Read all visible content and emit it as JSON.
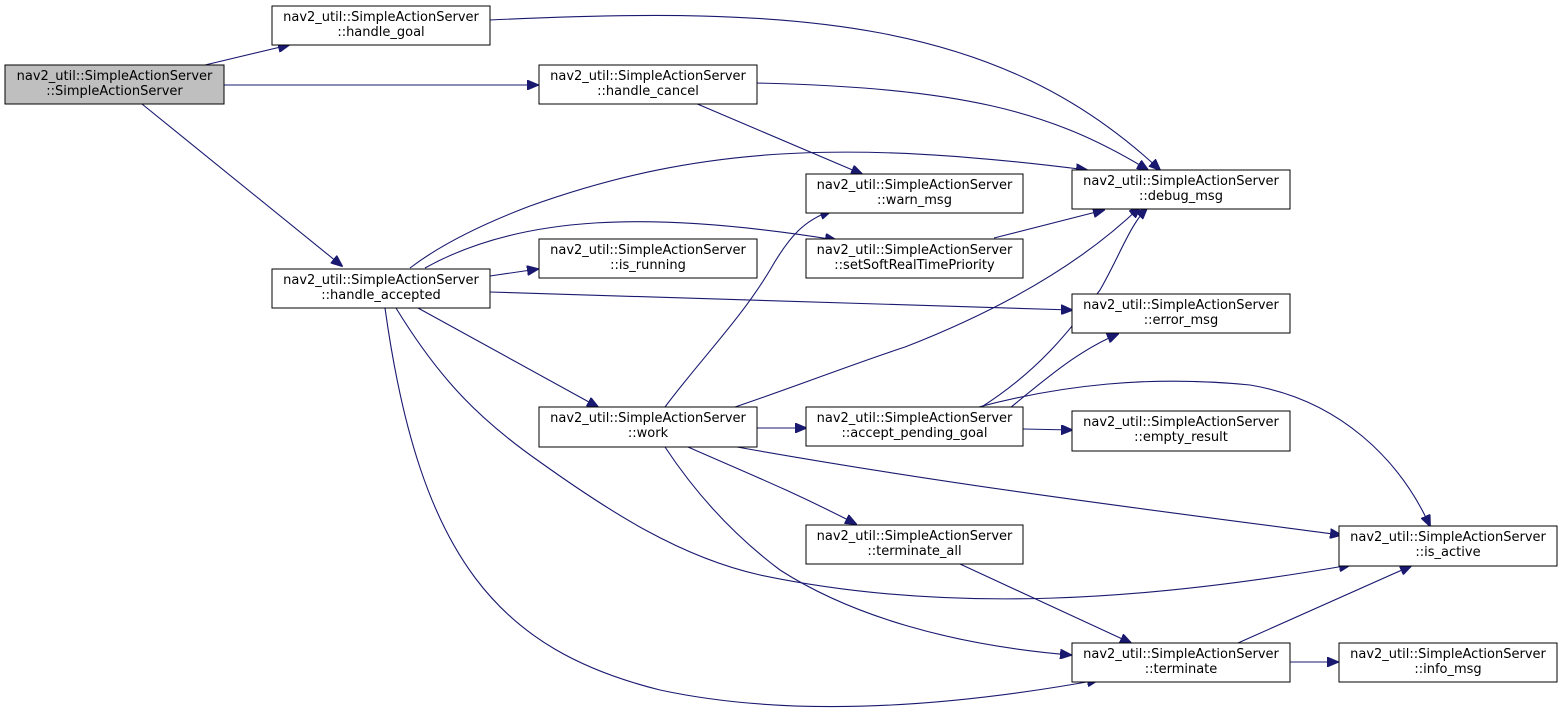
{
  "colors": {
    "edge": "#191970",
    "root_fill": "#bfbfbf",
    "node_fill": "#ffffff",
    "node_border": "#000000"
  },
  "nodes": {
    "ctor": {
      "line1": "nav2_util::SimpleActionServer",
      "line2": "::SimpleActionServer"
    },
    "handle_goal": {
      "line1": "nav2_util::SimpleActionServer",
      "line2": "::handle_goal"
    },
    "handle_cancel": {
      "line1": "nav2_util::SimpleActionServer",
      "line2": "::handle_cancel"
    },
    "handle_accepted": {
      "line1": "nav2_util::SimpleActionServer",
      "line2": "::handle_accepted"
    },
    "debug_msg": {
      "line1": "nav2_util::SimpleActionServer",
      "line2": "::debug_msg"
    },
    "warn_msg": {
      "line1": "nav2_util::SimpleActionServer",
      "line2": "::warn_msg"
    },
    "is_running": {
      "line1": "nav2_util::SimpleActionServer",
      "line2": "::is_running"
    },
    "setSoftRealTimePriority": {
      "line1": "nav2_util::SimpleActionServer",
      "line2": "::setSoftRealTimePriority"
    },
    "error_msg": {
      "line1": "nav2_util::SimpleActionServer",
      "line2": "::error_msg"
    },
    "work": {
      "line1": "nav2_util::SimpleActionServer",
      "line2": "::work"
    },
    "accept_pending_goal": {
      "line1": "nav2_util::SimpleActionServer",
      "line2": "::accept_pending_goal"
    },
    "empty_result": {
      "line1": "nav2_util::SimpleActionServer",
      "line2": "::empty_result"
    },
    "terminate_all": {
      "line1": "nav2_util::SimpleActionServer",
      "line2": "::terminate_all"
    },
    "is_active": {
      "line1": "nav2_util::SimpleActionServer",
      "line2": "::is_active"
    },
    "terminate": {
      "line1": "nav2_util::SimpleActionServer",
      "line2": "::terminate"
    },
    "info_msg": {
      "line1": "nav2_util::SimpleActionServer",
      "line2": "::info_msg"
    }
  },
  "edges": [
    {
      "from": "ctor",
      "to": "handle_goal"
    },
    {
      "from": "ctor",
      "to": "handle_cancel"
    },
    {
      "from": "ctor",
      "to": "handle_accepted"
    },
    {
      "from": "handle_goal",
      "to": "debug_msg"
    },
    {
      "from": "handle_cancel",
      "to": "debug_msg"
    },
    {
      "from": "handle_cancel",
      "to": "warn_msg"
    },
    {
      "from": "handle_accepted",
      "to": "debug_msg"
    },
    {
      "from": "handle_accepted",
      "to": "is_running"
    },
    {
      "from": "handle_accepted",
      "to": "setSoftRealTimePriority"
    },
    {
      "from": "handle_accepted",
      "to": "error_msg"
    },
    {
      "from": "handle_accepted",
      "to": "work"
    },
    {
      "from": "handle_accepted",
      "to": "is_active"
    },
    {
      "from": "handle_accepted",
      "to": "terminate"
    },
    {
      "from": "setSoftRealTimePriority",
      "to": "debug_msg"
    },
    {
      "from": "work",
      "to": "warn_msg"
    },
    {
      "from": "work",
      "to": "debug_msg"
    },
    {
      "from": "work",
      "to": "accept_pending_goal"
    },
    {
      "from": "work",
      "to": "terminate_all"
    },
    {
      "from": "work",
      "to": "is_active"
    },
    {
      "from": "work",
      "to": "terminate"
    },
    {
      "from": "accept_pending_goal",
      "to": "debug_msg"
    },
    {
      "from": "accept_pending_goal",
      "to": "error_msg"
    },
    {
      "from": "accept_pending_goal",
      "to": "empty_result"
    },
    {
      "from": "accept_pending_goal",
      "to": "is_active"
    },
    {
      "from": "terminate_all",
      "to": "terminate"
    },
    {
      "from": "terminate",
      "to": "is_active"
    },
    {
      "from": "terminate",
      "to": "info_msg"
    }
  ]
}
